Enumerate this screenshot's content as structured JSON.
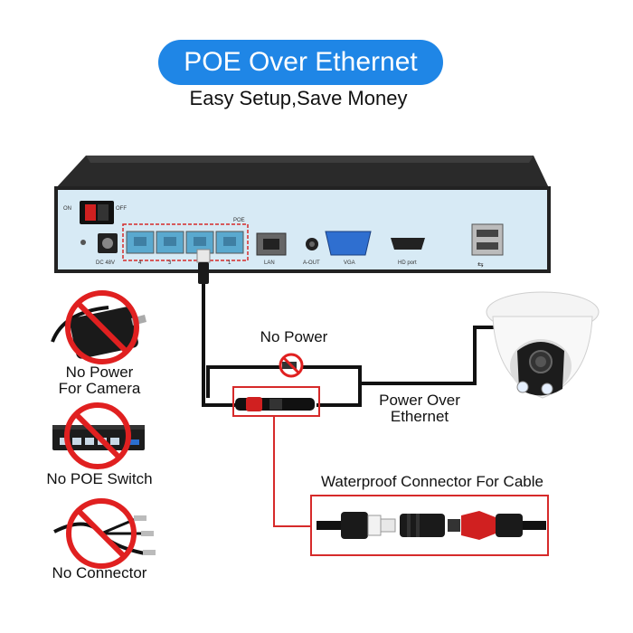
{
  "header": {
    "title": "POE Over Ethernet",
    "subtitle": "Easy Setup,Save Money"
  },
  "nvr": {
    "switch_on": "ON",
    "switch_off": "OFF",
    "power_label": "DC 48V",
    "poe_label": "POE",
    "port_numbers": [
      "4",
      "3",
      "2",
      "1"
    ],
    "lan_label": "LAN",
    "aout_label": "A-OUT",
    "vga_label": "VGA",
    "hdmi_label": "HD port"
  },
  "labels": {
    "no_power": "No Power",
    "power_over": "Power Over",
    "ethernet": "Ethernet",
    "waterproof": "Waterproof Connector For Cable"
  },
  "left_panel": {
    "items": [
      {
        "line1": "No Power",
        "line2": "For Camera",
        "icon": "power-adapter-icon"
      },
      {
        "line1": "No POE Switch",
        "line2": "",
        "icon": "poe-switch-icon"
      },
      {
        "line1": "No Connector",
        "line2": "",
        "icon": "splitter-cable-icon"
      }
    ]
  },
  "colors": {
    "accent": "#1f86e6",
    "prohibited": "#e02020",
    "highlight_box": "#d62a2a"
  }
}
